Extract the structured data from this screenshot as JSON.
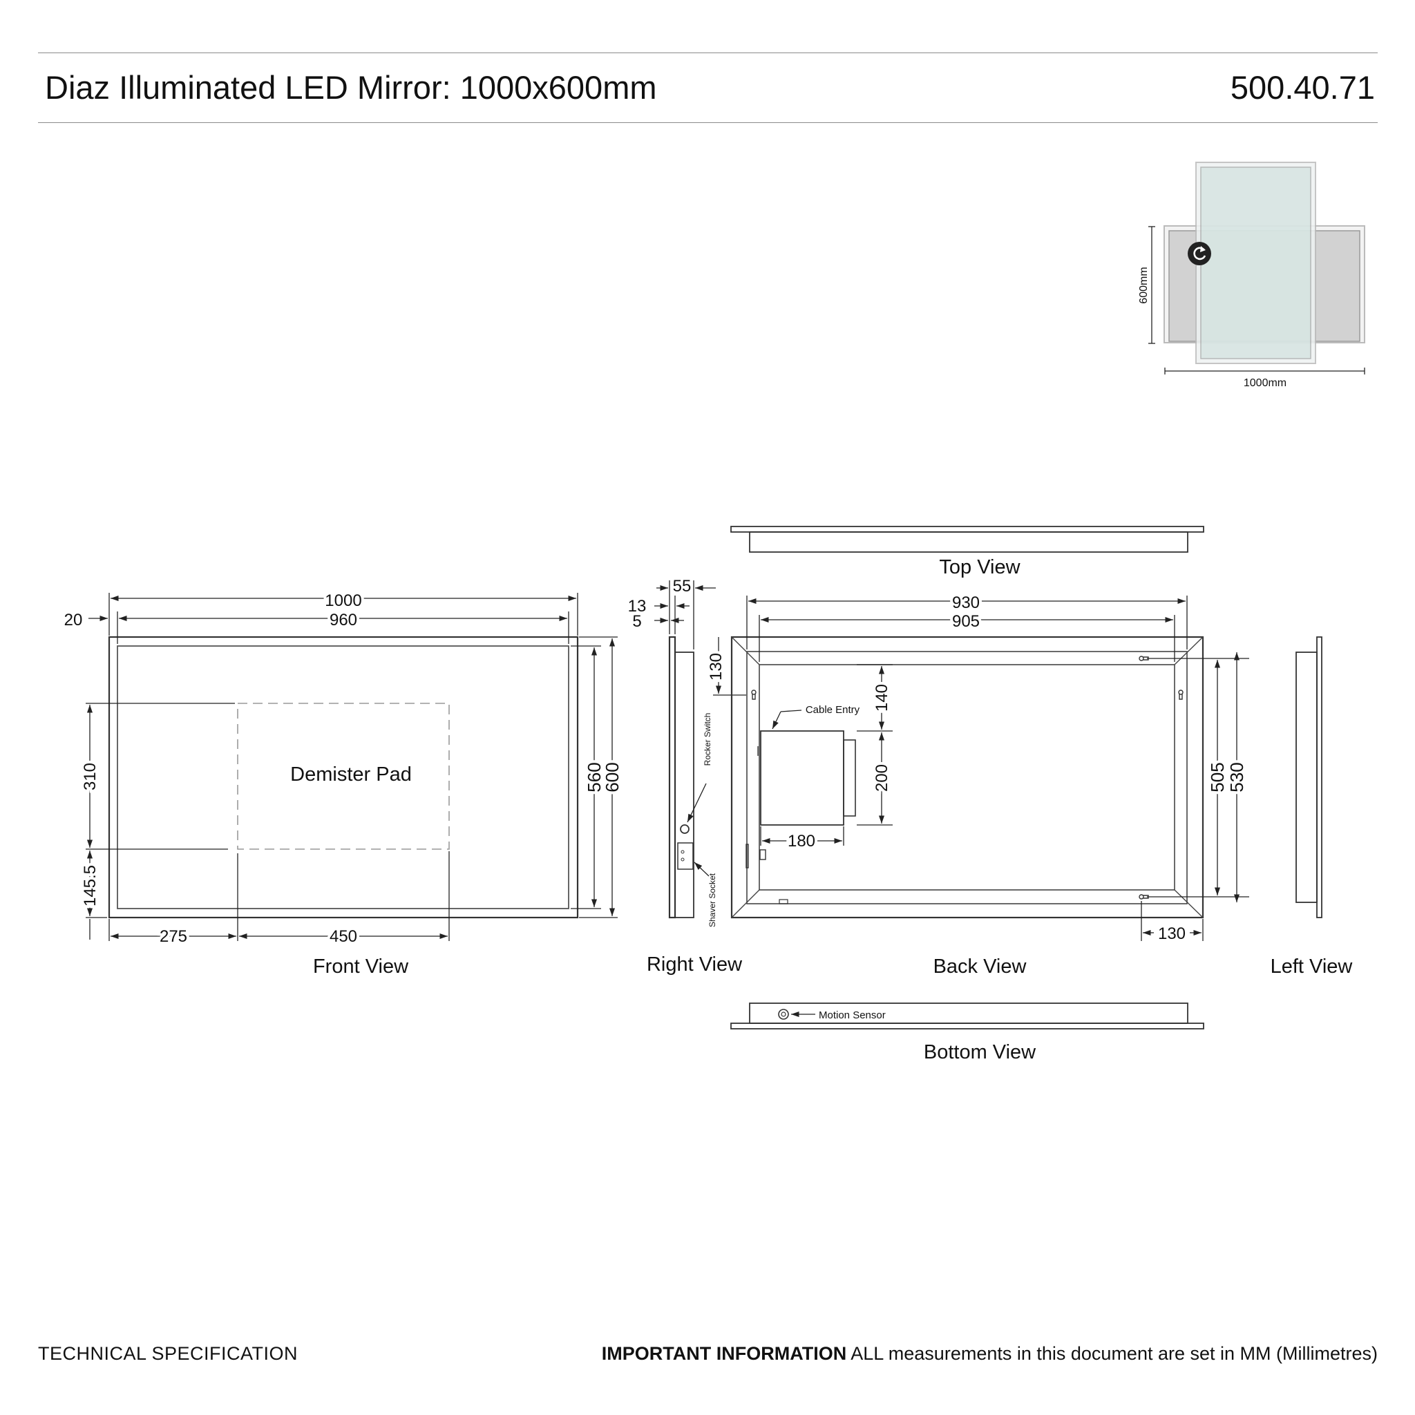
{
  "header": {
    "title": "Diaz Illuminated LED Mirror: 1000x600mm",
    "product_code": "500.40.71"
  },
  "thumbnail": {
    "height_label": "600mm",
    "width_label": "1000mm",
    "rotate_icon": "rotate-icon"
  },
  "front_view": {
    "caption": "Front View",
    "pad_label": "Demister Pad",
    "dims": {
      "overall_width": "1000",
      "inner_width": "960",
      "border": "20",
      "pad_height": "310",
      "pad_offset_bottom": "145.5",
      "pad_offset_left": "275",
      "pad_width": "450",
      "inner_height": "560",
      "overall_height": "600"
    }
  },
  "right_view": {
    "caption": "Right View",
    "dims": {
      "depth": "55",
      "frame": "13",
      "glass": "5"
    },
    "labels": {
      "rocker_switch": "Rocker Switch",
      "shaver_socket": "Shaver Socket"
    }
  },
  "top_view": {
    "caption": "Top View"
  },
  "back_view": {
    "caption": "Back View",
    "labels": {
      "cable_entry": "Cable Entry"
    },
    "dims": {
      "outer_width": "930",
      "inner_width": "905",
      "top_offset": "130",
      "box_top": "140",
      "box_height": "200",
      "box_width": "180",
      "inner_height": "505",
      "outer_height": "530",
      "right_offset": "130"
    }
  },
  "left_view": {
    "caption": "Left View"
  },
  "bottom_view": {
    "caption": "Bottom View",
    "labels": {
      "motion_sensor": "Motion Sensor"
    }
  },
  "footer": {
    "left": "TECHNICAL SPECIFICATION",
    "right_bold": "IMPORTANT INFORMATION",
    "right_text": " ALL measurements in this document are set in MM (Millimetres)"
  }
}
